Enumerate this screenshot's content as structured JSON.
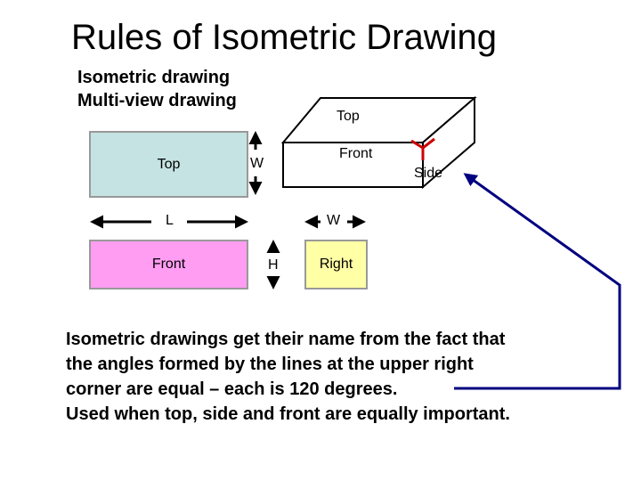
{
  "slide": {
    "title": "Rules of Isometric Drawing",
    "subtitle_lines": [
      "Isometric drawing",
      "Multi-view drawing"
    ]
  },
  "multiview": {
    "top_view_label": "Top",
    "front_view_label": "Front",
    "right_view_label": "Right",
    "dim_width_top": "W",
    "dim_length": "L",
    "dim_width_right": "W",
    "dim_height": "H"
  },
  "isometric": {
    "top_face_label": "Top",
    "front_face_label": "Front",
    "side_face_label": "Side",
    "corner_mark_color": "#cc0000"
  },
  "explanation": {
    "lines": [
      "Isometric drawings get their name from the fact that",
      "the angles formed by the lines at the upper right",
      "corner are equal – each is 120 degrees.",
      "Used when top, side and front are equally important."
    ],
    "pointer_color": "#000080"
  }
}
